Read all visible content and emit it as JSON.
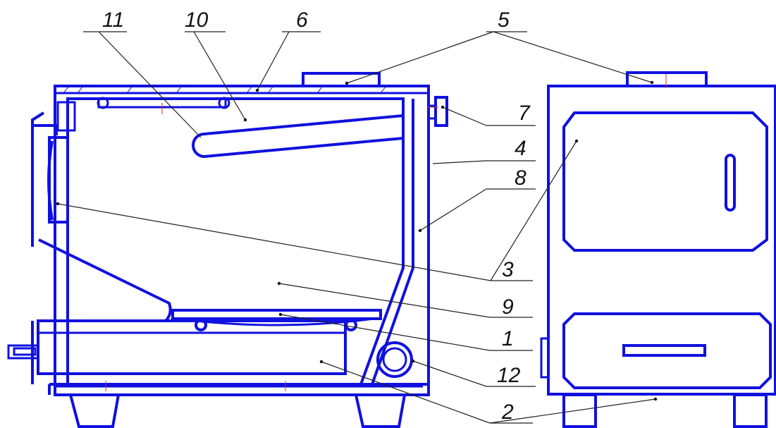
{
  "diagram": {
    "callouts": [
      {
        "id": "c11",
        "label": "11"
      },
      {
        "id": "c10",
        "label": "10"
      },
      {
        "id": "c6",
        "label": "6"
      },
      {
        "id": "c5",
        "label": "5"
      },
      {
        "id": "c7",
        "label": "7"
      },
      {
        "id": "c4",
        "label": "4"
      },
      {
        "id": "c8",
        "label": "8"
      },
      {
        "id": "c3",
        "label": "3"
      },
      {
        "id": "c9",
        "label": "9"
      },
      {
        "id": "c1",
        "label": "1"
      },
      {
        "id": "c12",
        "label": "12"
      },
      {
        "id": "c2",
        "label": "2"
      }
    ],
    "colors": {
      "outline": "#1010e0",
      "leader": "#202020",
      "marker": "#e03020"
    }
  }
}
